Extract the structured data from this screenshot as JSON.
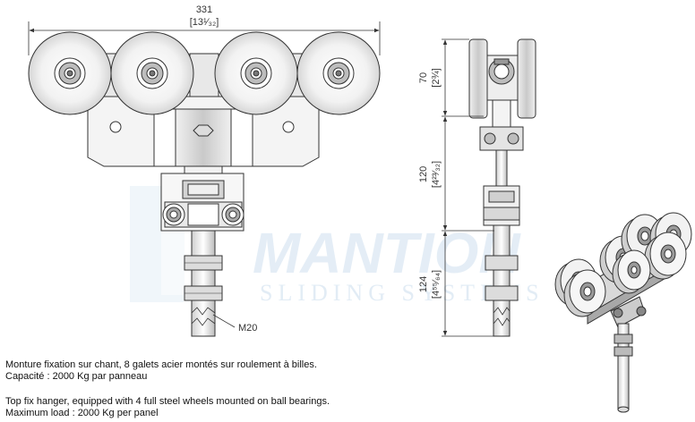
{
  "watermark": {
    "brand": "MANTION",
    "subtitle": "SLIDING SYSTEMS"
  },
  "dimensions": {
    "width_mm": "331",
    "width_in": "[13¹⁄₃₂]",
    "height_top_mm": "70",
    "height_top_in": "[2¾]",
    "height_mid_mm": "120",
    "height_mid_in": "[4²³⁄₃₂]",
    "height_bottom_mm": "124",
    "height_bottom_in": "[4⁵⁵⁄₆₄]",
    "thread_label": "M20"
  },
  "description": {
    "fr_line1": "Monture fixation sur chant,  8 galets acier montés sur roulement à billes.",
    "fr_line2": "Capacité : 2000 Kg par panneau",
    "en_line1": "Top fix hanger, equipped with 4 full steel wheels mounted on ball bearings.",
    "en_line2": "Maximum load : 2000 Kg per panel"
  },
  "colors": {
    "line": "#333333",
    "metal_light": "#e6e6e6",
    "metal_mid": "#bdbdbd",
    "metal_dark": "#777777",
    "watermark": "#cfe0ef"
  }
}
